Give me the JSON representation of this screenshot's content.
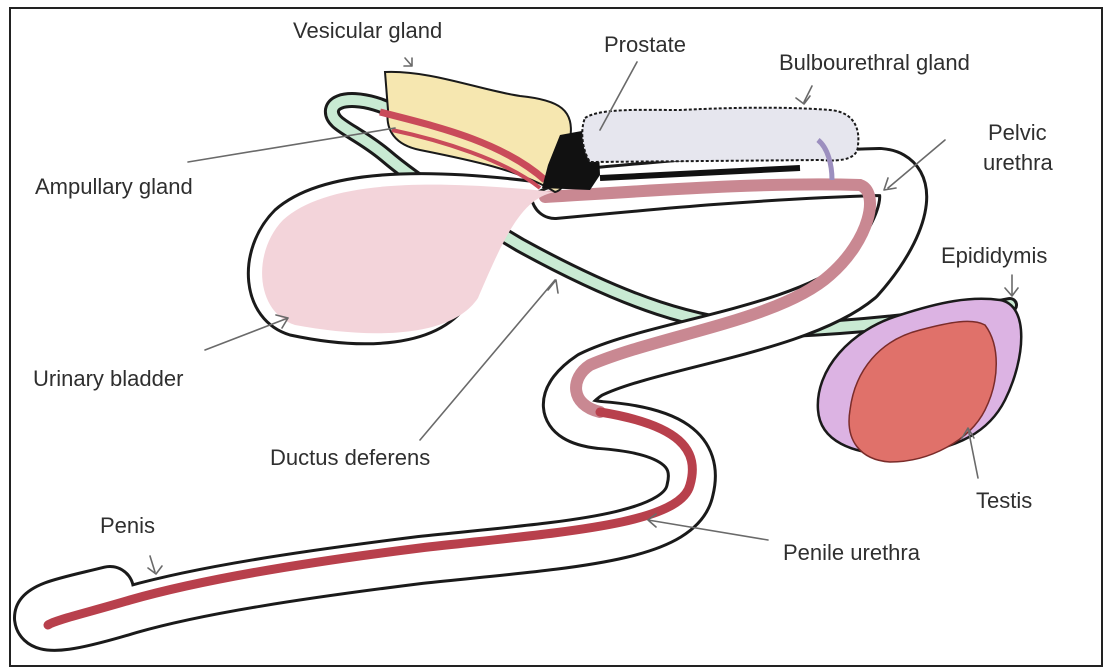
{
  "labels": {
    "vesicular_gland": "Vesicular gland",
    "prostate": "Prostate",
    "bulbourethral_gland": "Bulbourethral gland",
    "pelvic_urethra_line1": "Pelvic",
    "pelvic_urethra_line2": "urethra",
    "ampullary_gland": "Ampullary gland",
    "epididymis": "Epididymis",
    "urinary_bladder": "Urinary bladder",
    "ductus_deferens": "Ductus deferens",
    "testis": "Testis",
    "penis": "Penis",
    "penile_urethra": "Penile urethra"
  },
  "colors": {
    "bladder": "#f3d4da",
    "urethra": "#c98892",
    "penile_urethra": "#b8404c",
    "ductus": "#c9ead3",
    "vesicular": "#f6e7b0",
    "vesicular_vessel": "#c94b5a",
    "prostate": "#111111",
    "bulbourethral": "#e6e6ee",
    "epididymis": "#dcb3e3",
    "testis": "#e0716a",
    "outline": "#1a1a1a",
    "border": "#222222"
  }
}
